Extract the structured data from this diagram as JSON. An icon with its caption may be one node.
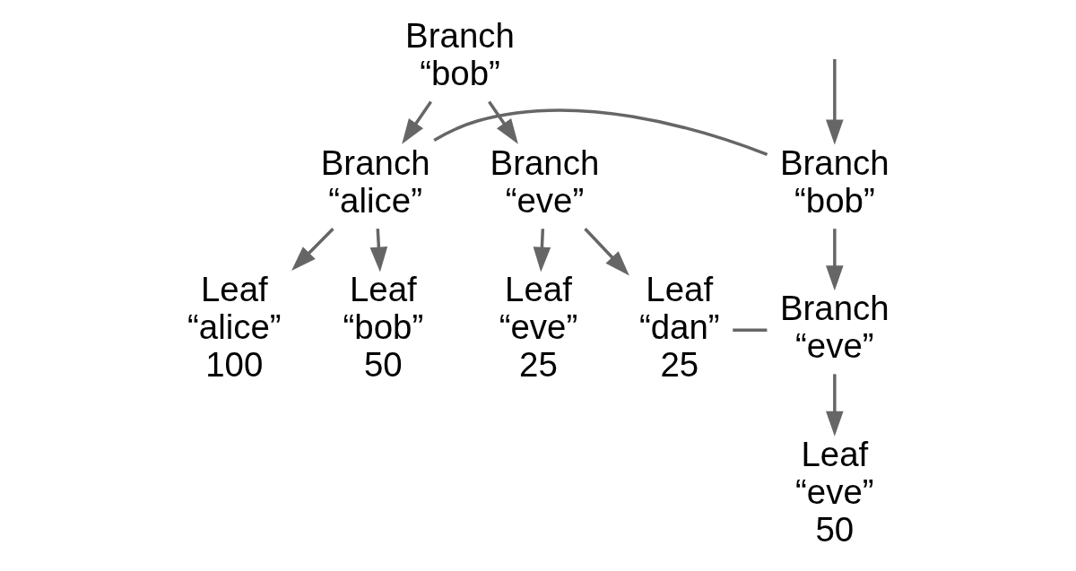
{
  "diagram": {
    "nodes": [
      {
        "text": [
          "Branch",
          "“bob”"
        ]
      },
      {
        "text": [
          "Branch",
          "“alice”"
        ]
      },
      {
        "text": [
          "Branch",
          "“eve”"
        ]
      },
      {
        "text": [
          "Leaf",
          "“alice”",
          "100"
        ]
      },
      {
        "text": [
          "Leaf",
          "“bob”",
          "50"
        ]
      },
      {
        "text": [
          "Leaf",
          "“eve”",
          "25"
        ]
      },
      {
        "text": [
          "Leaf",
          "“dan”",
          "25"
        ]
      },
      {
        "text": [
          "Branch",
          "“bob”"
        ]
      },
      {
        "text": [
          "Branch",
          "“eve”"
        ]
      },
      {
        "text": [
          "Leaf",
          "“eve”",
          "50"
        ]
      }
    ],
    "edges": [
      {
        "from": 0,
        "to": 1,
        "arrow": "to"
      },
      {
        "from": 0,
        "to": 2,
        "arrow": "to"
      },
      {
        "from": 1,
        "to": 3,
        "arrow": "to"
      },
      {
        "from": 1,
        "to": 4,
        "arrow": "to"
      },
      {
        "from": 2,
        "to": 5,
        "arrow": "to"
      },
      {
        "from": 2,
        "to": 6,
        "arrow": "to"
      },
      {
        "from": null,
        "to": 7,
        "arrow": "to"
      },
      {
        "from": 7,
        "to": 8,
        "arrow": "to"
      },
      {
        "from": 8,
        "to": 9,
        "arrow": "to"
      },
      {
        "from": 7,
        "to": 1,
        "arrow": "none"
      },
      {
        "from": 6,
        "to": 8,
        "arrow": "none"
      }
    ]
  }
}
